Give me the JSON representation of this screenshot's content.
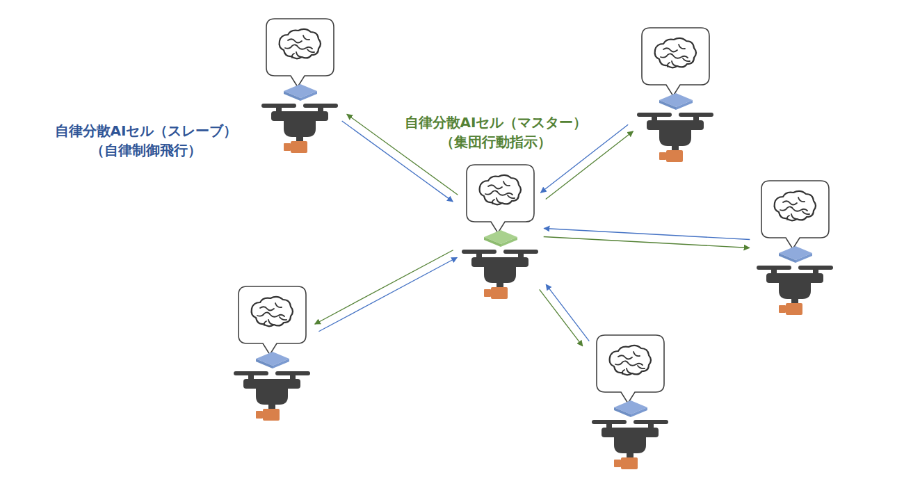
{
  "diagram": {
    "nodes": [
      {
        "text": [
          "自律分散AIセル（スレーブ）",
          "（自律制御飛行）"
        ]
      },
      {
        "text": []
      },
      {
        "text": [
          "自律分散AIセル（マスター）",
          "（集団行動指示）"
        ]
      },
      {
        "text": []
      },
      {
        "text": []
      },
      {
        "text": []
      }
    ],
    "edges": [
      {
        "from": 0,
        "to": 2,
        "arrow": "to"
      },
      {
        "from": 2,
        "to": 0,
        "arrow": "to"
      },
      {
        "from": 1,
        "to": 2,
        "arrow": "to"
      },
      {
        "from": 2,
        "to": 1,
        "arrow": "to"
      },
      {
        "from": 3,
        "to": 2,
        "arrow": "to"
      },
      {
        "from": 2,
        "to": 3,
        "arrow": "to"
      },
      {
        "from": 4,
        "to": 2,
        "arrow": "to"
      },
      {
        "from": 2,
        "to": 4,
        "arrow": "to"
      },
      {
        "from": 5,
        "to": 2,
        "arrow": "to"
      },
      {
        "from": 2,
        "to": 5,
        "arrow": "to"
      }
    ]
  }
}
